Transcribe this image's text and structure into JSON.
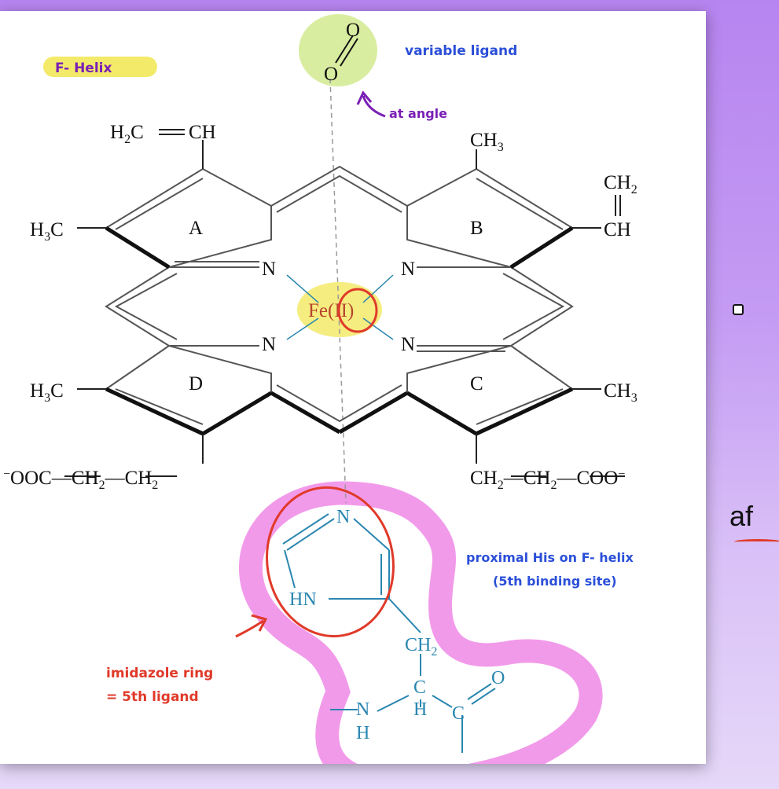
{
  "labels": {
    "f_helix": "F- Helix",
    "variable_ligand": "variable ligand",
    "at_angle": "at angle",
    "proximal_his_line1": "proximal His on F- helix",
    "proximal_his_line2": "(5th binding site)",
    "imidazole_line1": "imidazole ring",
    "imidazole_line2": "= 5th ligand"
  },
  "molecule": {
    "o_top": "O",
    "o_bottom": "O",
    "h2c_ch_left": "H",
    "ch3_top": "CH",
    "ch2_right": "CH",
    "ch_right": "CH",
    "h3c_upper": "H",
    "h3c_lower": "H",
    "ch3_lower_right": "CH",
    "ring_a": "A",
    "ring_b": "B",
    "ring_c": "C",
    "ring_d": "D",
    "n1": "N",
    "n2": "N",
    "n3": "N",
    "n4": "N",
    "fe": "Fe",
    "fe_ox": "II",
    "prop_left": "OOC",
    "prop_right": "COO",
    "his_n": "N",
    "his_hn": "HN",
    "his_ch2": "CH",
    "his_c": "C",
    "his_h": "H",
    "his_nh_n": "N",
    "his_nh_h": "H",
    "his_co_c": "C",
    "his_co_o": "O"
  },
  "colors": {
    "highlight_yellow": "#f3ea6a",
    "highlight_green": "#cfe88a",
    "highlight_pink": "#f088e6",
    "annotation_red": "#e03a2a",
    "annotation_blue": "#2b4fd8",
    "annotation_purple": "#7a1fb5",
    "his_blue": "#2a86b0"
  },
  "side": {
    "fragment": "af"
  }
}
